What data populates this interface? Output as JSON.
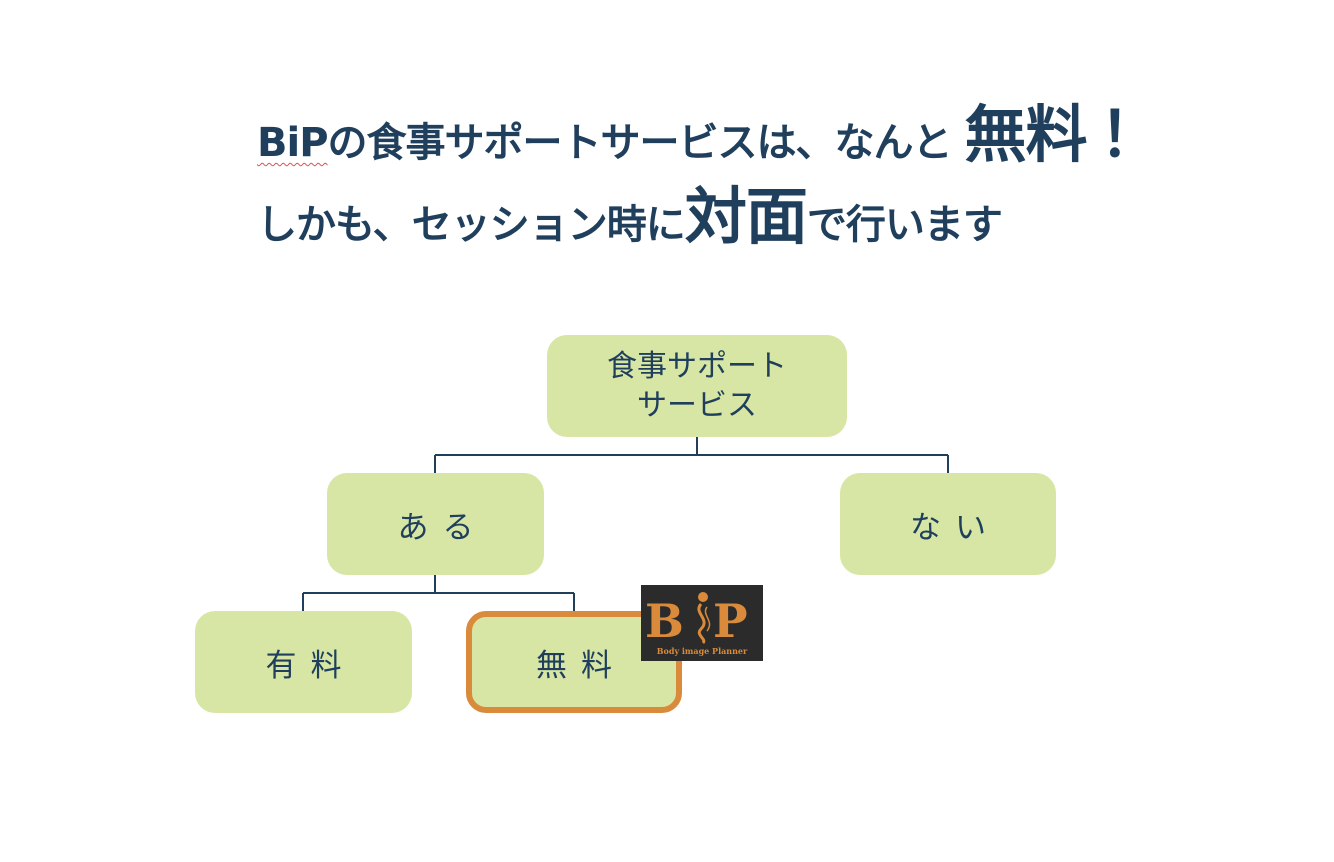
{
  "headline": {
    "line1_brand": "BiP",
    "line1_text": "の食事サポートサービスは、なんと",
    "line1_emphasis": "無料",
    "line1_end": "！",
    "line2_start": "しかも、セッション時に",
    "line2_emphasis": "対面",
    "line2_end": "で行います"
  },
  "diagram": {
    "root_line1": "食事サポート",
    "root_line2": "サービス",
    "branch_yes": "ある",
    "branch_no": "ない",
    "leaf_paid": "有料",
    "leaf_free": "無料"
  },
  "logo": {
    "letters": "BiP",
    "tagline": "Body image Planner"
  },
  "colors": {
    "text": "#1f3f5c",
    "box_fill": "#d7e6a4",
    "highlight_border": "#d98a3a",
    "connector": "#1f3f5c",
    "logo_bg": "#2b2b2b",
    "logo_accent": "#d98a3a"
  }
}
